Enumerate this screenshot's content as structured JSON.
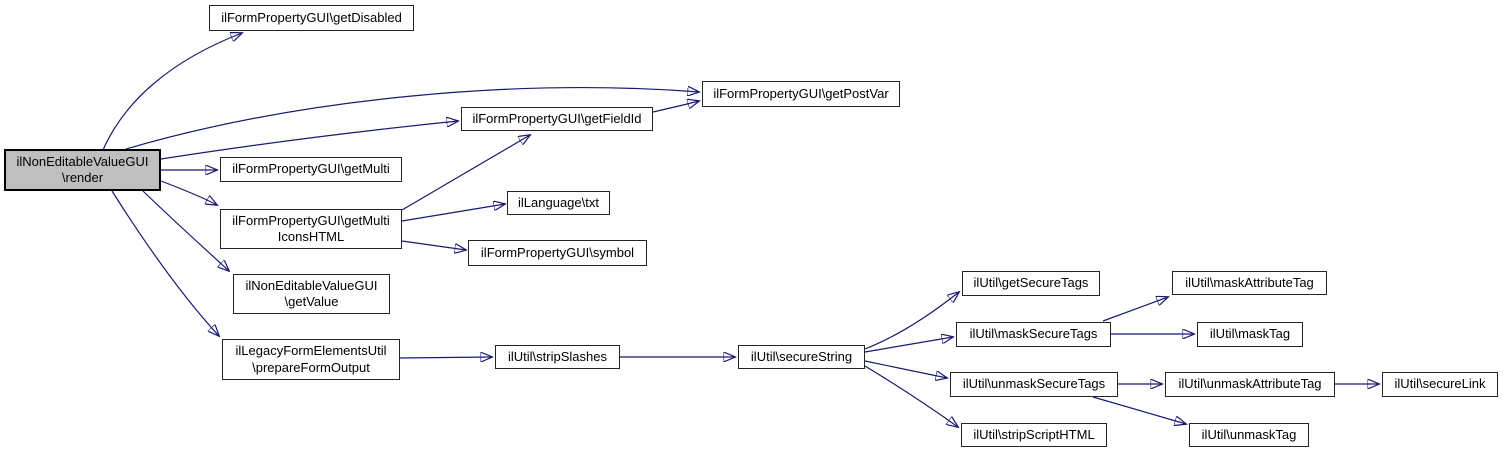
{
  "diagram": {
    "kind": "doxygen-call-graph",
    "colors": {
      "edge": "#191970",
      "node_fill": "#ffffff",
      "node_border": "#242424",
      "root_fill": "#bfbfbf",
      "background": "#ffffff"
    },
    "nodes": [
      {
        "id": "render",
        "label": "ilNonEditableValueGUI\\render",
        "lines": [
          "ilNonEditableValueGUI",
          "\\render"
        ],
        "root": true
      },
      {
        "id": "getDisabled",
        "label": "ilFormPropertyGUI\\getDisabled",
        "lines": [
          "ilFormPropertyGUI\\getDisabled"
        ]
      },
      {
        "id": "getPostVar",
        "label": "ilFormPropertyGUI\\getPostVar",
        "lines": [
          "ilFormPropertyGUI\\getPostVar"
        ]
      },
      {
        "id": "getFieldId",
        "label": "ilFormPropertyGUI\\getFieldId",
        "lines": [
          "ilFormPropertyGUI\\getFieldId"
        ]
      },
      {
        "id": "getMulti",
        "label": "ilFormPropertyGUI\\getMulti",
        "lines": [
          "ilFormPropertyGUI\\getMulti"
        ]
      },
      {
        "id": "getMultiIconsHTML",
        "label": "ilFormPropertyGUI\\getMultiIconsHTML",
        "lines": [
          "ilFormPropertyGUI\\getMulti",
          "IconsHTML"
        ]
      },
      {
        "id": "txt",
        "label": "ilLanguage\\txt",
        "lines": [
          "ilLanguage\\txt"
        ]
      },
      {
        "id": "symbol",
        "label": "ilFormPropertyGUI\\symbol",
        "lines": [
          "ilFormPropertyGUI\\symbol"
        ]
      },
      {
        "id": "getValue",
        "label": "ilNonEditableValueGUI\\getValue",
        "lines": [
          "ilNonEditableValueGUI",
          "\\getValue"
        ]
      },
      {
        "id": "prepareFormOutput",
        "label": "ilLegacyFormElementsUtil\\prepareFormOutput",
        "lines": [
          "ilLegacyFormElementsUtil",
          "\\prepareFormOutput"
        ]
      },
      {
        "id": "stripSlashes",
        "label": "ilUtil\\stripSlashes",
        "lines": [
          "ilUtil\\stripSlashes"
        ]
      },
      {
        "id": "secureString",
        "label": "ilUtil\\secureString",
        "lines": [
          "ilUtil\\secureString"
        ]
      },
      {
        "id": "getSecureTags",
        "label": "ilUtil\\getSecureTags",
        "lines": [
          "ilUtil\\getSecureTags"
        ]
      },
      {
        "id": "maskSecureTags",
        "label": "ilUtil\\maskSecureTags",
        "lines": [
          "ilUtil\\maskSecureTags"
        ]
      },
      {
        "id": "unmaskSecureTags",
        "label": "ilUtil\\unmaskSecureTags",
        "lines": [
          "ilUtil\\unmaskSecureTags"
        ]
      },
      {
        "id": "stripScriptHTML",
        "label": "ilUtil\\stripScriptHTML",
        "lines": [
          "ilUtil\\stripScriptHTML"
        ]
      },
      {
        "id": "maskAttributeTag",
        "label": "ilUtil\\maskAttributeTag",
        "lines": [
          "ilUtil\\maskAttributeTag"
        ]
      },
      {
        "id": "maskTag",
        "label": "ilUtil\\maskTag",
        "lines": [
          "ilUtil\\maskTag"
        ]
      },
      {
        "id": "unmaskAttributeTag",
        "label": "ilUtil\\unmaskAttributeTag",
        "lines": [
          "ilUtil\\unmaskAttributeTag"
        ]
      },
      {
        "id": "secureLink",
        "label": "ilUtil\\secureLink",
        "lines": [
          "ilUtil\\secureLink"
        ]
      },
      {
        "id": "unmaskTag",
        "label": "ilUtil\\unmaskTag",
        "lines": [
          "ilUtil\\unmaskTag"
        ]
      }
    ],
    "edges": [
      {
        "from": "render",
        "to": "getDisabled"
      },
      {
        "from": "render",
        "to": "getPostVar"
      },
      {
        "from": "render",
        "to": "getFieldId"
      },
      {
        "from": "render",
        "to": "getMulti"
      },
      {
        "from": "render",
        "to": "getMultiIconsHTML"
      },
      {
        "from": "render",
        "to": "getValue"
      },
      {
        "from": "render",
        "to": "prepareFormOutput"
      },
      {
        "from": "getFieldId",
        "to": "getPostVar"
      },
      {
        "from": "getMultiIconsHTML",
        "to": "getFieldId"
      },
      {
        "from": "getMultiIconsHTML",
        "to": "txt"
      },
      {
        "from": "getMultiIconsHTML",
        "to": "symbol"
      },
      {
        "from": "prepareFormOutput",
        "to": "stripSlashes"
      },
      {
        "from": "stripSlashes",
        "to": "secureString"
      },
      {
        "from": "secureString",
        "to": "getSecureTags"
      },
      {
        "from": "secureString",
        "to": "maskSecureTags"
      },
      {
        "from": "secureString",
        "to": "unmaskSecureTags"
      },
      {
        "from": "secureString",
        "to": "stripScriptHTML"
      },
      {
        "from": "maskSecureTags",
        "to": "maskAttributeTag"
      },
      {
        "from": "maskSecureTags",
        "to": "maskTag"
      },
      {
        "from": "unmaskSecureTags",
        "to": "unmaskAttributeTag"
      },
      {
        "from": "unmaskSecureTags",
        "to": "unmaskTag"
      },
      {
        "from": "unmaskAttributeTag",
        "to": "secureLink"
      }
    ]
  }
}
